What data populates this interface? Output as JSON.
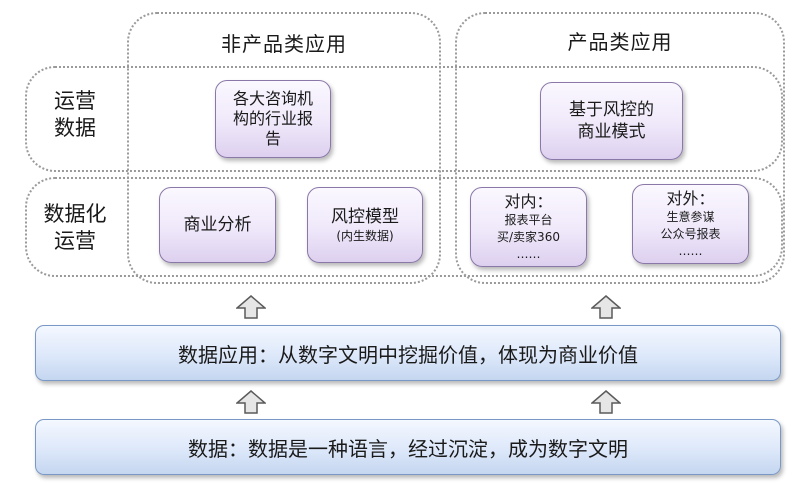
{
  "columns": {
    "non_product": "非产品类应用",
    "product": "产品类应用"
  },
  "rows": {
    "operations_data": [
      "运营",
      "数据"
    ],
    "data_driven_ops": [
      "数据化",
      "运营"
    ]
  },
  "cards": {
    "consulting_reports": [
      "各大咨询机",
      "构的行业报",
      "告"
    ],
    "risk_business_model": [
      "基于风控的",
      "商业模式"
    ],
    "business_analysis": "商业分析",
    "risk_model": {
      "title": "风控模型",
      "sub": "(内生数据)"
    },
    "internal": {
      "title": "对内：",
      "lines": [
        "报表平台",
        "买/卖家360",
        "……"
      ]
    },
    "external": {
      "title": "对外：",
      "lines": [
        "生意参谋",
        "公众号报表",
        "……"
      ]
    }
  },
  "bars": {
    "data_application": "数据应用：从数字文明中挖掘价值，体现为商业价值",
    "data": "数据：数据是一种语言，经过沉淀，成为数字文明"
  },
  "colors": {
    "card_border": "#8a78a8",
    "bar_border": "#7a98c6",
    "dashed_border": "#9a9a9a"
  }
}
